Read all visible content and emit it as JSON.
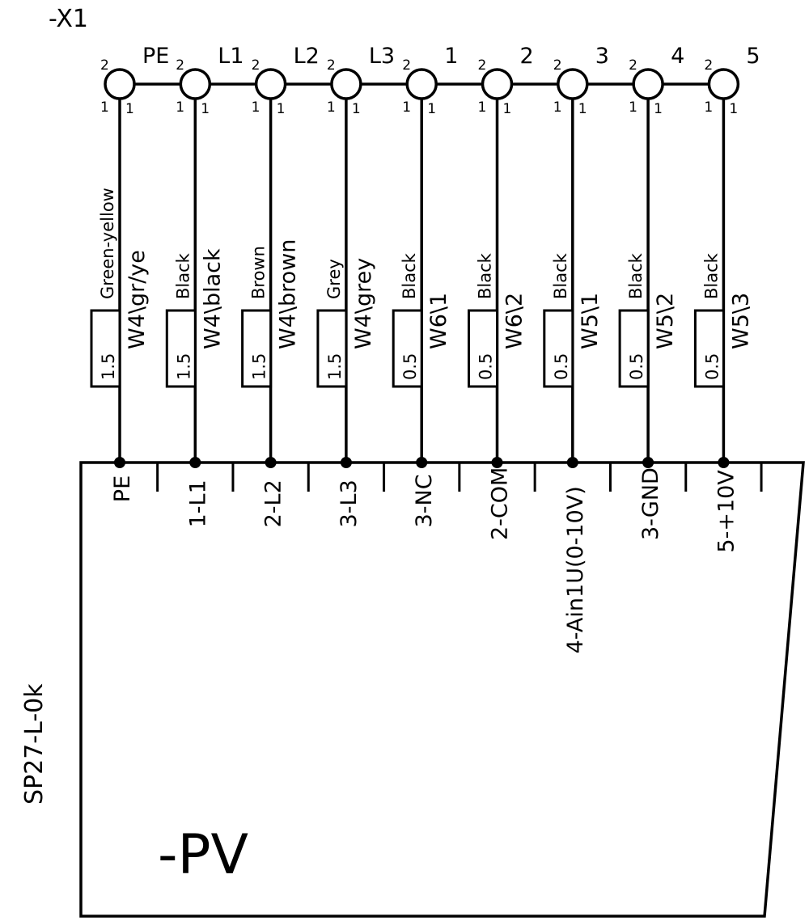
{
  "terminal_strip": {
    "label": "-X1",
    "terminals": [
      {
        "top_label": "PE",
        "pin_top": "2",
        "pin_bottom": "1",
        "colour": "Green-yellow",
        "wire": "W4\\gr/ye",
        "cross_section": "1.5",
        "device_pin": "PE"
      },
      {
        "top_label": "L1",
        "pin_top": "2",
        "pin_bottom": "1",
        "colour": "Black",
        "wire": "W4\\black",
        "cross_section": "1.5",
        "device_pin": "1-L1"
      },
      {
        "top_label": "L2",
        "pin_top": "2",
        "pin_bottom": "1",
        "colour": "Brown",
        "wire": "W4\\brown",
        "cross_section": "1.5",
        "device_pin": "2-L2"
      },
      {
        "top_label": "L3",
        "pin_top": "2",
        "pin_bottom": "1",
        "colour": "Grey",
        "wire": "W4\\grey",
        "cross_section": "1.5",
        "device_pin": "3-L3"
      },
      {
        "top_label": "1",
        "pin_top": "2",
        "pin_bottom": "1",
        "colour": "Black",
        "wire": "W6\\1",
        "cross_section": "0.5",
        "device_pin": "3-NC"
      },
      {
        "top_label": "2",
        "pin_top": "2",
        "pin_bottom": "1",
        "colour": "Black",
        "wire": "W6\\2",
        "cross_section": "0.5",
        "device_pin": "2-COM"
      },
      {
        "top_label": "3",
        "pin_top": "2",
        "pin_bottom": "1",
        "colour": "Black",
        "wire": "W5\\1",
        "cross_section": "0.5",
        "device_pin": "4-Ain1U(0-10V)"
      },
      {
        "top_label": "4",
        "pin_top": "2",
        "pin_bottom": "1",
        "colour": "Black",
        "wire": "W5\\2",
        "cross_section": "0.5",
        "device_pin": "3-GND"
      },
      {
        "top_label": "5",
        "pin_top": "2",
        "pin_bottom": "1",
        "colour": "Black",
        "wire": "W5\\3",
        "cross_section": "0.5",
        "device_pin": "5-+10V"
      }
    ]
  },
  "device": {
    "label": "-PV",
    "type_code": "SP27-L-0k"
  }
}
